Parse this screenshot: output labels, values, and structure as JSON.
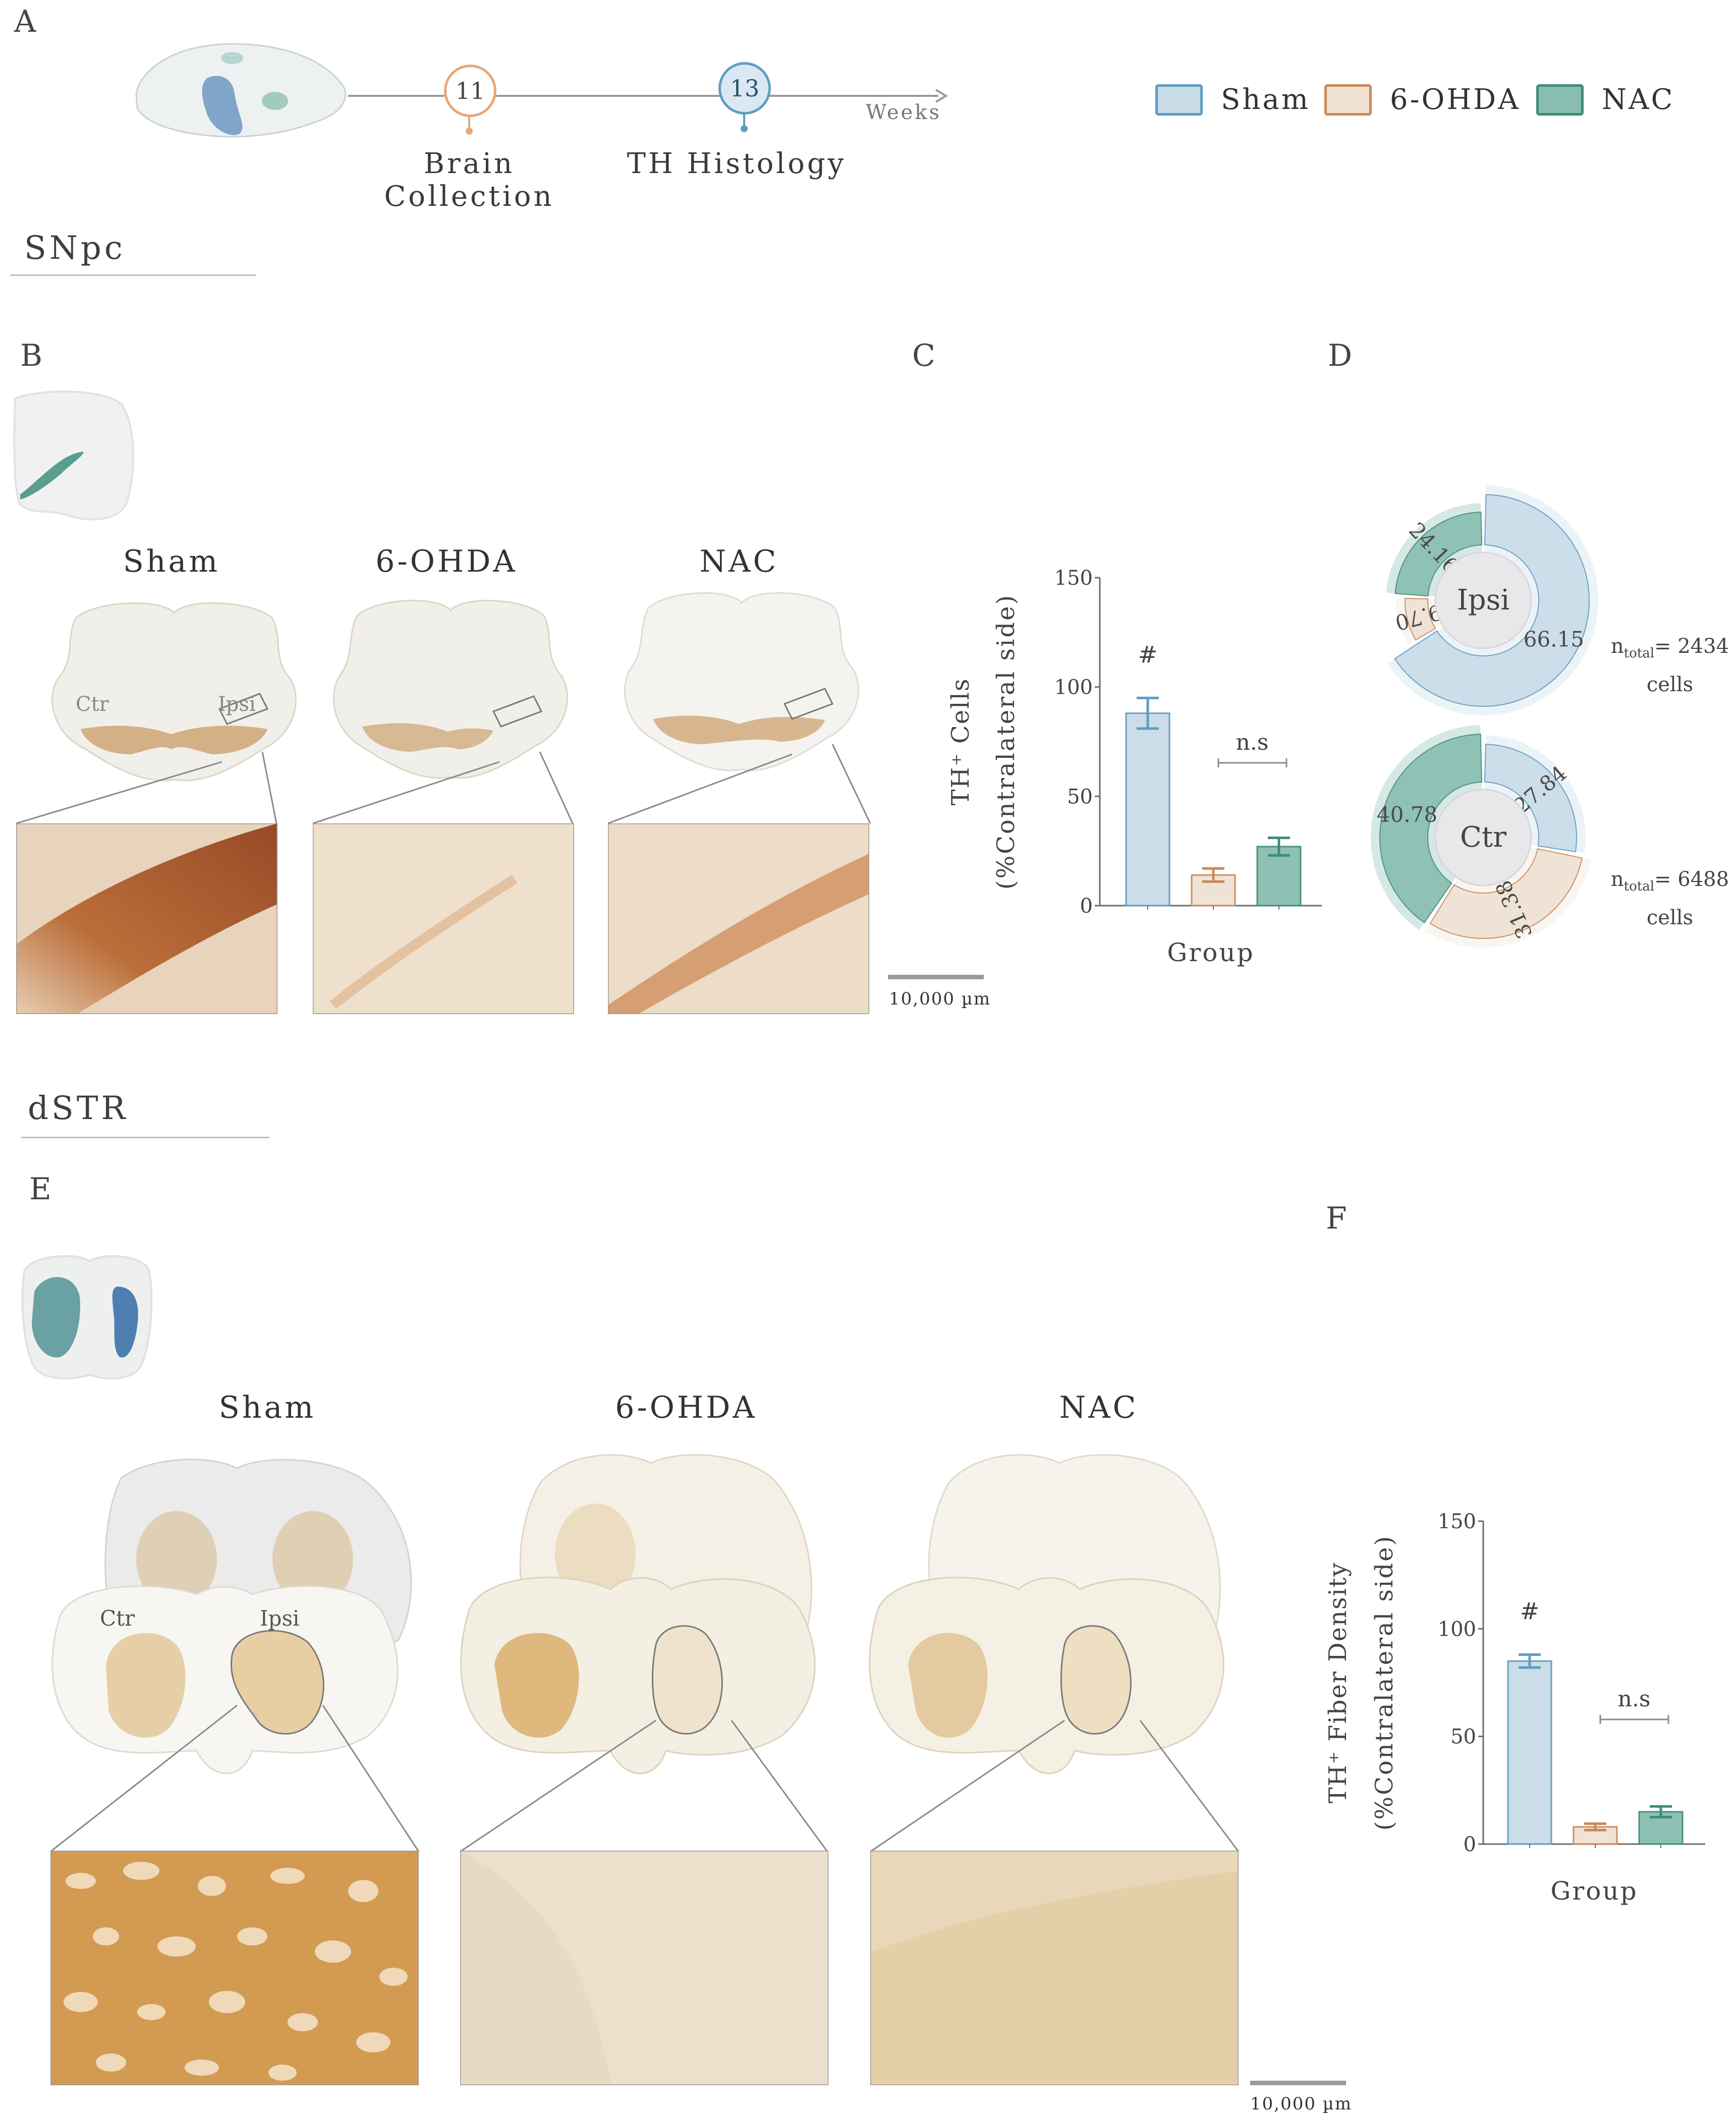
{
  "panels": {
    "A": "A",
    "B": "B",
    "C": "C",
    "D": "D",
    "E": "E",
    "F": "F"
  },
  "timeline": {
    "nodes": [
      {
        "value": "11",
        "label": "Brain Collection",
        "color": "#e7a778"
      },
      {
        "value": "13",
        "label": "TH Histology",
        "color": "#5f9cc2"
      }
    ],
    "axis_label": "Weeks"
  },
  "legend": [
    {
      "label": "Sham",
      "fill": "#c8dce8",
      "stroke": "#5f9cc2"
    },
    {
      "label": "6-OHDA",
      "fill": "#efe2d3",
      "stroke": "#c98858"
    },
    {
      "label": "NAC",
      "fill": "#88bdb1",
      "stroke": "#3f8b7b"
    }
  ],
  "sections": {
    "snpc": "SNpc",
    "dstr": "dSTR"
  },
  "group_titles": [
    "Sham",
    "6-OHDA",
    "NAC"
  ],
  "section_labels": {
    "contra": "Ctr",
    "ipsi": "Ipsi"
  },
  "scale_bar": "10,000 µm",
  "chart_data": [
    {
      "id": "C",
      "type": "bar",
      "categories": [
        "Sham",
        "6-OHDA",
        "NAC"
      ],
      "values": [
        88,
        14,
        27
      ],
      "errors": [
        7,
        3,
        4
      ],
      "ylabel_line1": "TH⁺ Cells",
      "ylabel_line2": "(%Contralateral side)",
      "xlabel": "Group",
      "ylim": [
        0,
        150
      ],
      "yticks": [
        0,
        50,
        100,
        150
      ],
      "significance": {
        "hash": "#",
        "hash_on": "Sham",
        "ns": "n.s",
        "ns_between": [
          "6-OHDA",
          "NAC"
        ]
      }
    },
    {
      "id": "F",
      "type": "bar",
      "categories": [
        "Sham",
        "6-OHDA",
        "NAC"
      ],
      "values": [
        85,
        8,
        15
      ],
      "errors": [
        3,
        1.5,
        2.5
      ],
      "ylabel_line1": "TH⁺ Fiber Density",
      "ylabel_line2": "(%Contralateral side)",
      "xlabel": "Group",
      "ylim": [
        0,
        150
      ],
      "yticks": [
        0,
        50,
        100,
        150
      ],
      "significance": {
        "hash": "#",
        "hash_on": "Sham",
        "ns": "n.s",
        "ns_between": [
          "6-OHDA",
          "NAC"
        ]
      }
    },
    {
      "id": "D-ipsi",
      "type": "pie",
      "center_label": "Ipsi",
      "slices": [
        {
          "group": "Sham",
          "value": 66.15,
          "label": "66.15"
        },
        {
          "group": "6-OHDA",
          "value": 9.7,
          "label": "9.70"
        },
        {
          "group": "NAC",
          "value": 24.16,
          "label": "24.16"
        }
      ],
      "n_prefix": "n",
      "n_sub": "total",
      "n_value": "= 2434",
      "n_unit": "cells"
    },
    {
      "id": "D-ctr",
      "type": "pie",
      "center_label": "Ctr",
      "slices": [
        {
          "group": "Sham",
          "value": 27.84,
          "label": "27.84"
        },
        {
          "group": "6-OHDA",
          "value": 31.38,
          "label": "31.38"
        },
        {
          "group": "NAC",
          "value": 40.78,
          "label": "40.78"
        }
      ],
      "n_prefix": "n",
      "n_sub": "total",
      "n_value": "= 6488",
      "n_unit": "cells"
    }
  ]
}
